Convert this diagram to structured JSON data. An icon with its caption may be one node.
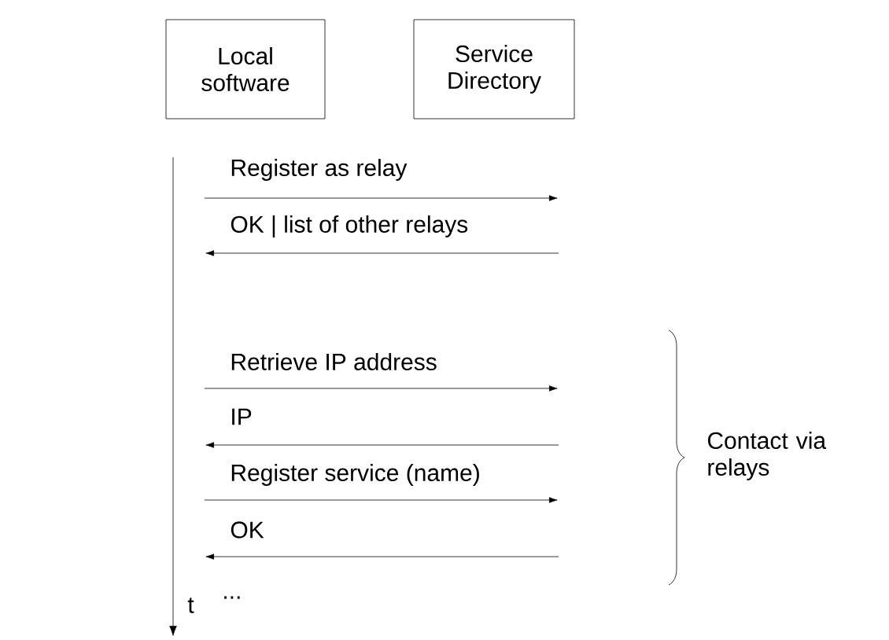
{
  "diagram": {
    "nodes": [
      {
        "text": [
          "Local software"
        ]
      },
      {
        "text": [
          "Service Directory"
        ]
      }
    ],
    "labels": [
      "Register as relay",
      "OK | list of other relays",
      "Retrieve IP address",
      "IP",
      "Contact via relays",
      "Register service (name)",
      "OK",
      "...",
      "t"
    ]
  }
}
